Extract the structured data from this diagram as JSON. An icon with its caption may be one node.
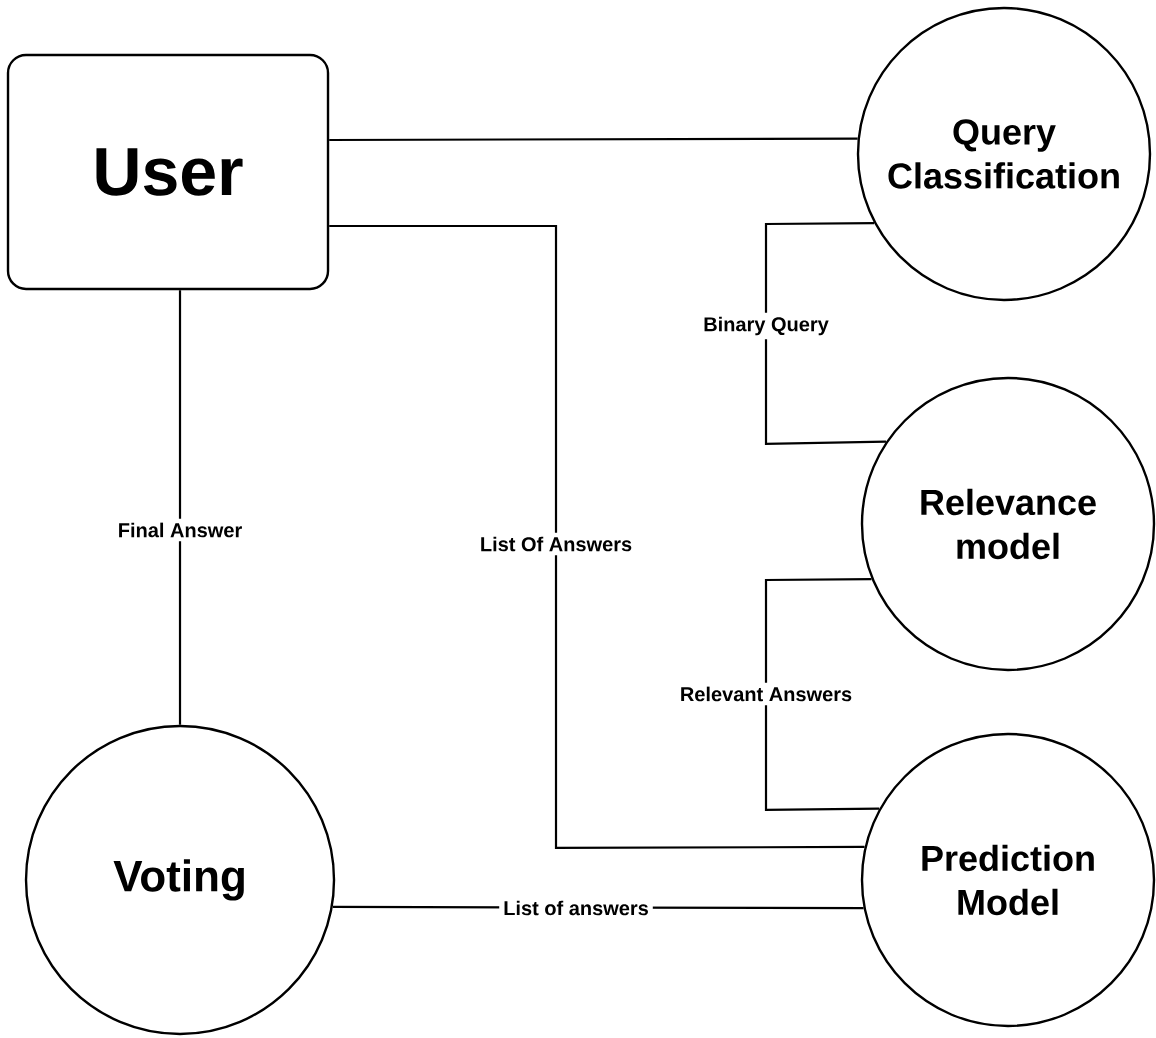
{
  "diagram": {
    "nodes": [
      {
        "text": [
          "User"
        ]
      },
      {
        "text": [
          "Query Classification"
        ]
      },
      {
        "text": [
          "Relevance model"
        ]
      },
      {
        "text": [
          "Prediction Model"
        ]
      },
      {
        "text": [
          "Voting"
        ]
      }
    ],
    "edges": [
      {
        "from": 0,
        "to": 1,
        "arrow": "none"
      },
      {
        "from": 1,
        "to": 2,
        "arrow": "none",
        "label": "Binary Query"
      },
      {
        "from": 2,
        "to": 3,
        "arrow": "none",
        "label": "Relevant Answers"
      },
      {
        "from": 0,
        "to": 3,
        "arrow": "none",
        "label": "List Of Answers"
      },
      {
        "from": 0,
        "to": 4,
        "arrow": "none",
        "label": "Final Answer"
      },
      {
        "from": 3,
        "to": 4,
        "arrow": "none",
        "label": "List of answers"
      }
    ]
  }
}
